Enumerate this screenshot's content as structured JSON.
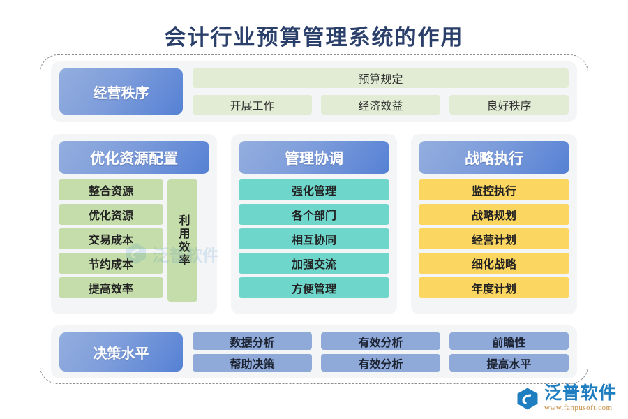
{
  "title": "会计行业预算管理系统的作用",
  "rows": {
    "top": {
      "header": "经营秩序",
      "wide_item": "预算规定",
      "sub_items": [
        "开展工作",
        "经济效益",
        "良好秩序"
      ]
    },
    "bottom": {
      "header": "决策水平",
      "cells_row1": [
        "数据分析",
        "有效分析",
        "前瞻性"
      ],
      "cells_row2": [
        "帮助决策",
        "有效分析",
        "提高水平"
      ]
    }
  },
  "columns": [
    {
      "header": "优化资源配置",
      "items": [
        "整合资源",
        "优化资源",
        "交易成本",
        "节约成本",
        "提高效率"
      ],
      "side_label": "利用效率",
      "color": "#c5ddab",
      "header_color": "#7e9ddb"
    },
    {
      "header": "管理协调",
      "items": [
        "强化管理",
        "各个部门",
        "相互协同",
        "加强交流",
        "方便管理"
      ],
      "side_label": "",
      "color": "#6fd6cc",
      "header_color": "#7e9ddb"
    },
    {
      "header": "战略执行",
      "items": [
        "监控执行",
        "战略规划",
        "经营计划",
        "细化战略",
        "年度计划"
      ],
      "side_label": "",
      "color": "#fbd660",
      "header_color": "#7e9ddb"
    }
  ],
  "watermark": {
    "text": "泛普软件"
  },
  "brand": {
    "name": "泛普软件",
    "url": "www.fanpusoft.com",
    "logo_icon": "fanpu-logo-icon"
  },
  "theme": {
    "title_color": "#2b3f6b",
    "panel_bg": "#f4f5f7",
    "frame_border": "#8d8d8d",
    "green_pale": "#e2ecd5",
    "green": "#c5ddab",
    "teal": "#6fd6cc",
    "yellow": "#fbd660",
    "blue_soft": "#8fa9d9",
    "blue_gradient_start": "#93aede",
    "blue_gradient_end": "#5581d4"
  }
}
